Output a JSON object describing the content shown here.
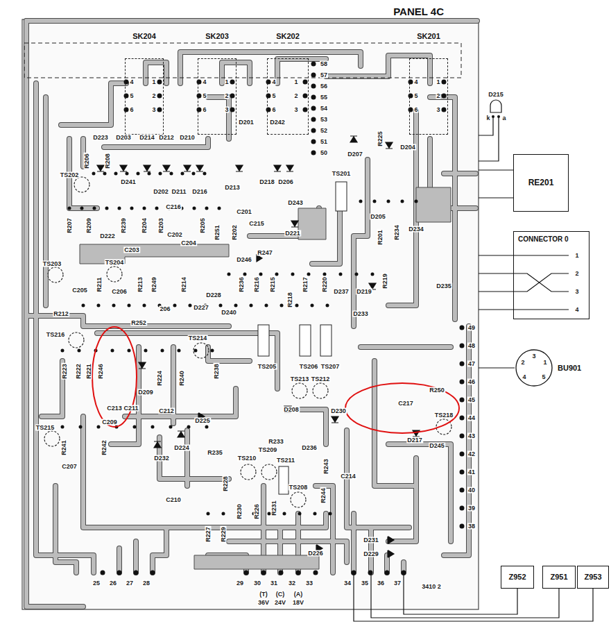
{
  "diagram": {
    "nodes": [
      {
        "text": [
          "PANEL 4C"
        ]
      },
      {
        "text": [
          "SK204"
        ],
        "in": 0
      },
      {
        "text": [
          "SK203"
        ],
        "in": 0
      },
      {
        "text": [
          "SK202"
        ],
        "in": 0
      },
      {
        "text": [
          "SK201"
        ],
        "in": 0
      },
      {
        "text": [
          "RE201"
        ]
      },
      {
        "text": [
          "CONNECTOR 0"
        ]
      },
      {
        "text": [
          "BU901"
        ]
      },
      {
        "text": [
          "Z952"
        ]
      },
      {
        "text": [
          "Z951"
        ]
      },
      {
        "text": [
          "Z953"
        ]
      }
    ],
    "edges": [
      {
        "from": 5,
        "to": 0,
        "arrow": "none"
      },
      {
        "from": 6,
        "to": 0,
        "arrow": "none"
      },
      {
        "from": 7,
        "to": 0,
        "arrow": "none"
      },
      {
        "from": 8,
        "to": 0,
        "arrow": "none"
      },
      {
        "from": 9,
        "to": 0,
        "arrow": "none"
      },
      {
        "from": 10,
        "to": 0,
        "arrow": "none"
      }
    ],
    "labels": [
      "4",
      "1",
      "5",
      "2",
      "6",
      "3",
      "4",
      "1",
      "5",
      "2",
      "6",
      "3",
      "4",
      "1",
      "5",
      "2",
      "6",
      "3",
      "4",
      "1",
      "5",
      "2",
      "6",
      "3",
      "58",
      "57",
      "56",
      "55",
      "54",
      "53",
      "52",
      "51",
      "50",
      "49",
      "48",
      "47",
      "46",
      "45",
      "44",
      "43",
      "42",
      "41",
      "40",
      "39",
      "38",
      "25",
      "26",
      "27",
      "28",
      "29",
      "30",
      "31",
      "32",
      "33",
      "34",
      "35",
      "36",
      "37",
      "(T)",
      "36V",
      "(C)",
      "24V",
      "(A)",
      "18V",
      "3410 2",
      "D215",
      "k",
      "a",
      "1",
      "2",
      "3",
      "4",
      "1",
      "2",
      "3",
      "4",
      "5",
      "D223",
      "D203",
      "D214",
      "D212",
      "D210",
      "D201",
      "D242",
      "D207",
      "R225",
      "D204",
      "R206",
      "R208",
      "TS202",
      "D241",
      "D202",
      "D211",
      "D216",
      "D213",
      "D218",
      "D206",
      "TS201",
      "C216",
      "D243",
      "C201",
      "C215",
      "D221",
      "R207",
      "R209",
      "D222",
      "R239",
      "R204",
      "R203",
      "C202",
      "C204",
      "R205",
      "R251",
      "R202",
      "C203",
      "D246",
      "R247",
      "D205",
      "R201",
      "R234",
      "D234",
      "TS203",
      "TS204",
      "C205",
      "R211",
      "C206",
      "R213",
      "R249",
      "R214",
      "D227",
      "D228",
      "R236",
      "R216",
      "R215",
      "R218",
      "R217",
      "R220",
      "D237",
      "D219",
      "R219",
      "D235",
      "R212",
      "R252",
      "206",
      "D240",
      "D233",
      "TS216",
      "TS214",
      "TS205",
      "TS206",
      "TS207",
      "R223",
      "R222",
      "R221",
      "R246",
      "C213",
      "C211",
      "D209",
      "R224",
      "R240",
      "C212",
      "R238",
      "D225",
      "TS213",
      "TS212",
      "D208",
      "D230",
      "R250",
      "C217",
      "TS218",
      "D217",
      "D245",
      "TS215",
      "R241",
      "R242",
      "C207",
      "C209",
      "D232",
      "D224",
      "R235",
      "R233",
      "TS210",
      "TS209",
      "TS211",
      "D236",
      "R243",
      "R228",
      "C210",
      "R230",
      "R226",
      "R231",
      "TS208",
      "R244",
      "C214",
      "R227",
      "R229",
      "D226",
      "D231",
      "D229"
    ]
  }
}
